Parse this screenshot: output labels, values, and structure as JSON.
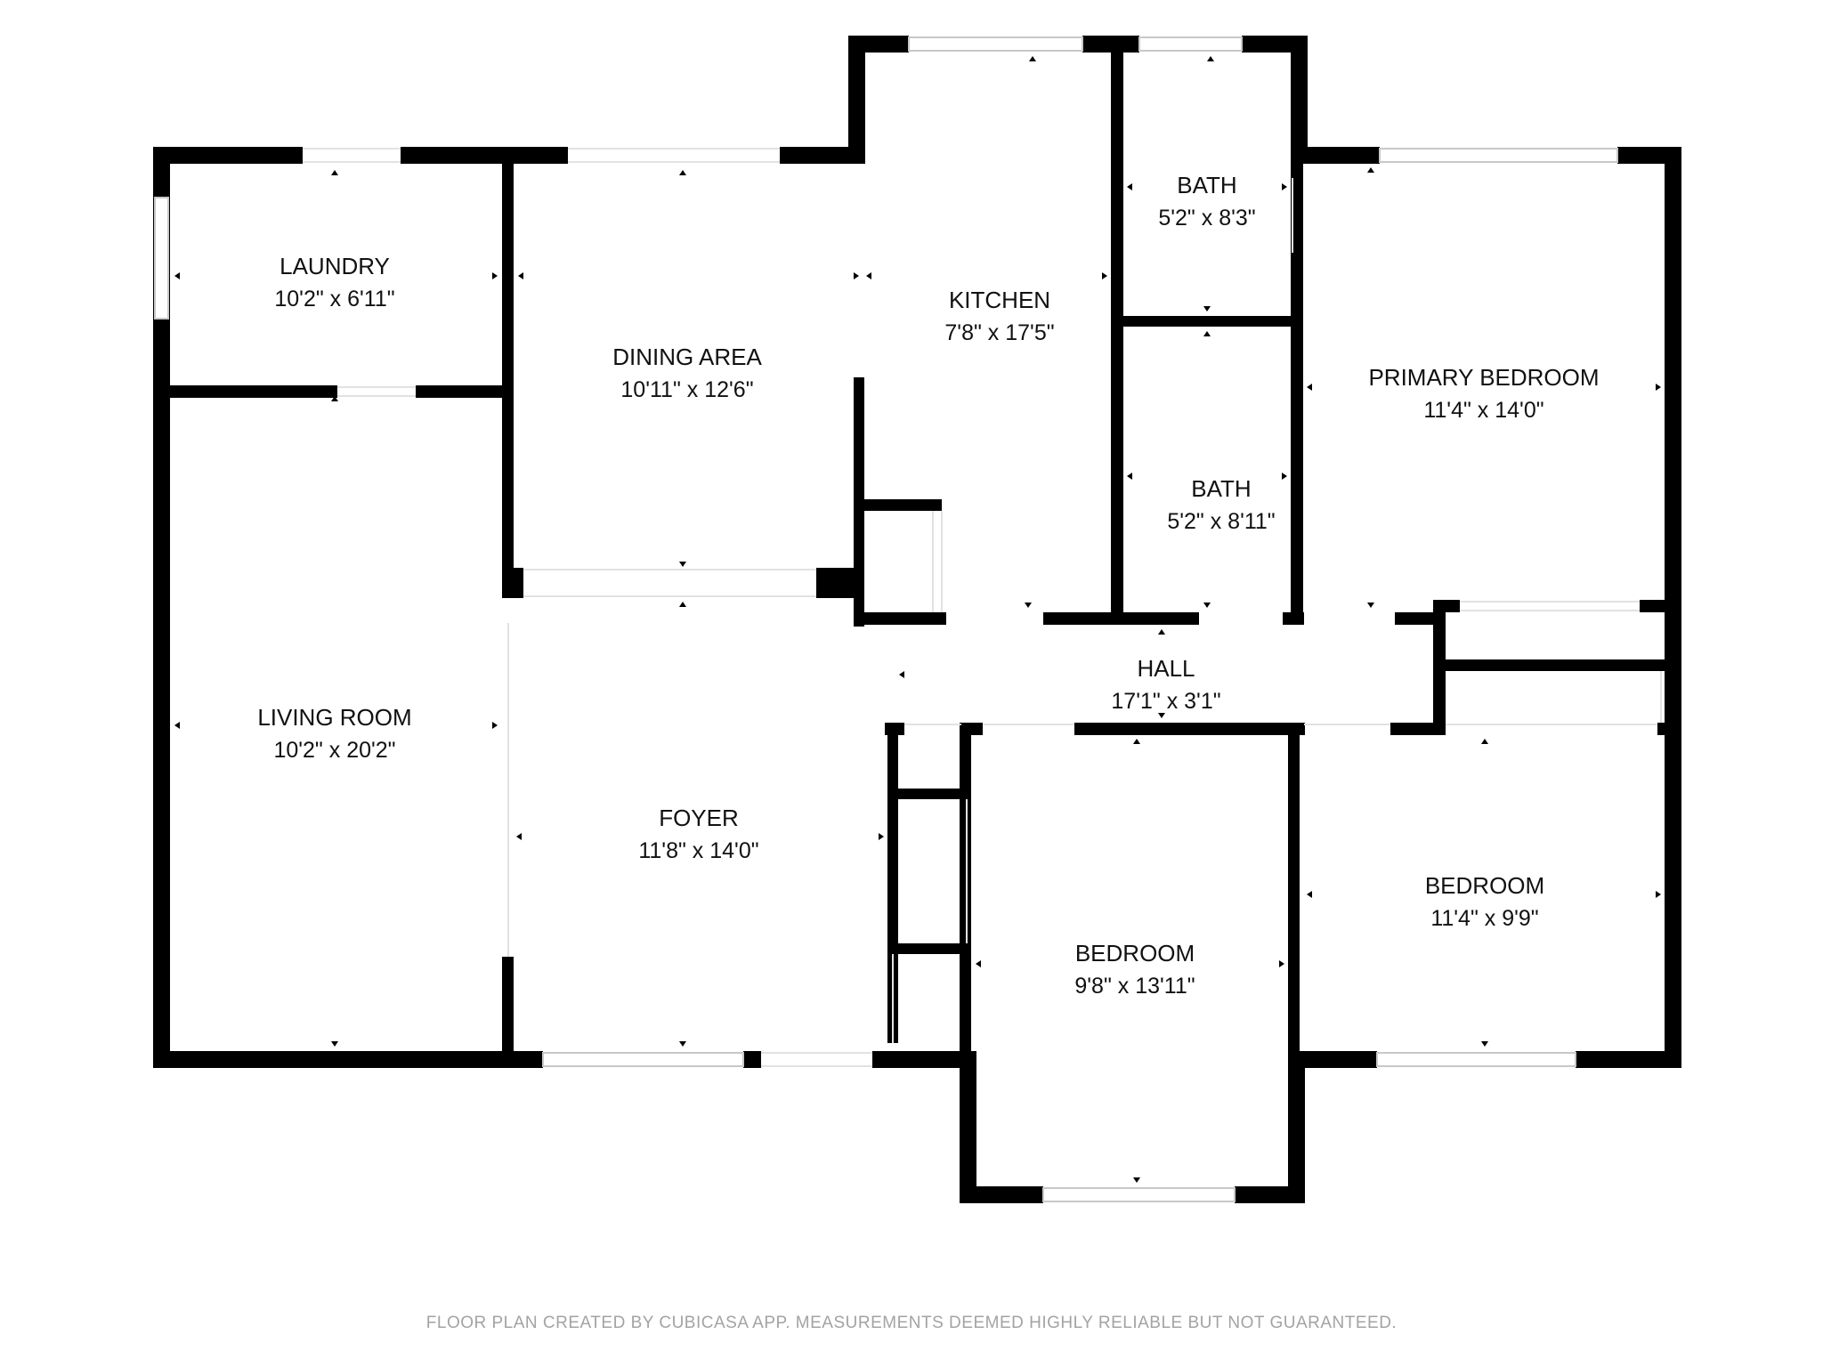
{
  "rooms": {
    "laundry": {
      "name": "LAUNDRY",
      "dims": "10'2\" x 6'11\""
    },
    "dining_area": {
      "name": "DINING AREA",
      "dims": "10'11\" x 12'6\""
    },
    "kitchen": {
      "name": "KITCHEN",
      "dims": "7'8\" x 17'5\""
    },
    "bath_upper": {
      "name": "BATH",
      "dims": "5'2\" x 8'3\""
    },
    "bath_lower": {
      "name": "BATH",
      "dims": "5'2\" x 8'11\""
    },
    "primary_bedroom": {
      "name": "PRIMARY BEDROOM",
      "dims": "11'4\" x 14'0\""
    },
    "living_room": {
      "name": "LIVING ROOM",
      "dims": "10'2\" x 20'2\""
    },
    "foyer": {
      "name": "FOYER",
      "dims": "11'8\" x 14'0\""
    },
    "hall": {
      "name": "HALL",
      "dims": "17'1\" x 3'1\""
    },
    "bedroom_center": {
      "name": "BEDROOM",
      "dims": "9'8\" x 13'11\""
    },
    "bedroom_right": {
      "name": "BEDROOM",
      "dims": "11'4\" x 9'9\""
    }
  },
  "footer": "FLOOR PLAN CREATED BY CUBICASA APP. MEASUREMENTS DEEMED HIGHLY RELIABLE BUT NOT GUARANTEED.",
  "colors": {
    "wall": "#000000",
    "window": "#d0d0d0",
    "text": "#111111",
    "footer": "#a3a3a3"
  }
}
